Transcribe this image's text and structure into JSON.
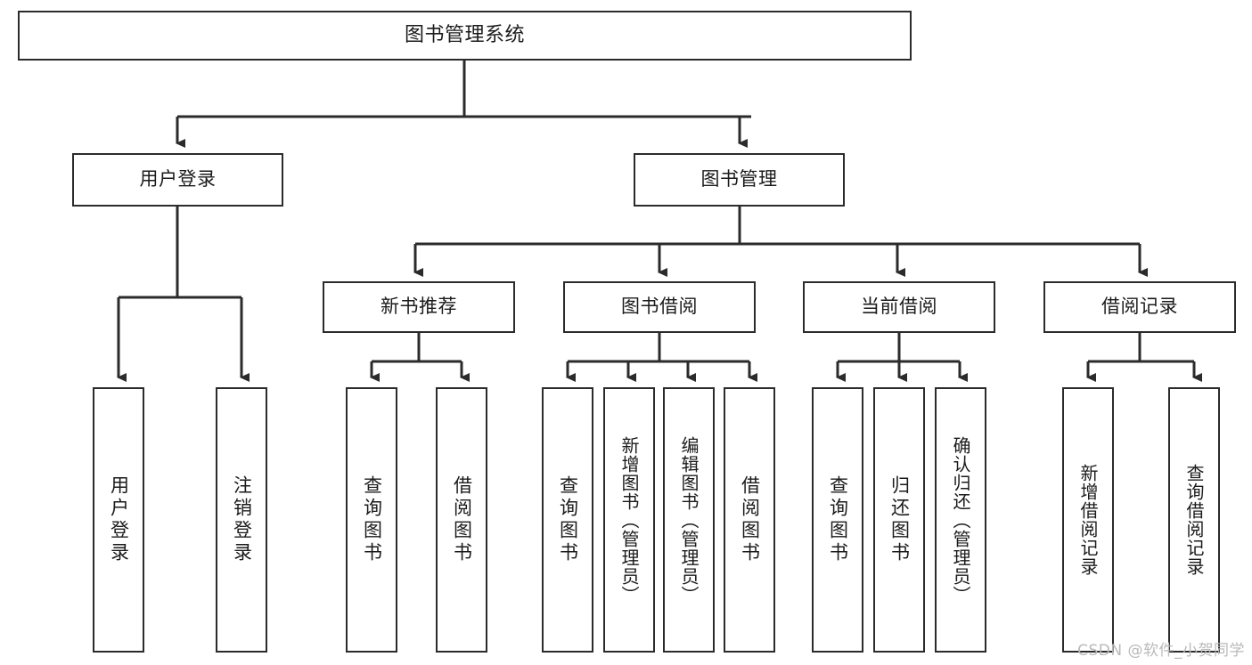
{
  "diagram": {
    "title": "图书管理系统",
    "type": "hierarchy-tree",
    "colors": {
      "box_border": "#2b2b2b",
      "box_fill": "#ffffff",
      "edge": "#2b2b2b",
      "text": "#1b1b1b",
      "watermark": "#b9b9b9",
      "background": "#ffffff"
    },
    "levels": [
      {
        "level": 1,
        "nodes": [
          {
            "id": "root",
            "label": "图书管理系统",
            "orientation": "horizontal"
          }
        ]
      },
      {
        "level": 2,
        "nodes": [
          {
            "id": "login",
            "label": "用户登录",
            "orientation": "horizontal",
            "parent": "root"
          },
          {
            "id": "bookmgmt",
            "label": "图书管理",
            "orientation": "horizontal",
            "parent": "root"
          }
        ]
      },
      {
        "level": 3,
        "nodes": [
          {
            "id": "newbook",
            "label": "新书推荐",
            "orientation": "horizontal",
            "parent": "bookmgmt"
          },
          {
            "id": "borrow",
            "label": "图书借阅",
            "orientation": "horizontal",
            "parent": "bookmgmt"
          },
          {
            "id": "current",
            "label": "当前借阅",
            "orientation": "horizontal",
            "parent": "bookmgmt"
          },
          {
            "id": "records",
            "label": "借阅记录",
            "orientation": "horizontal",
            "parent": "bookmgmt"
          }
        ]
      },
      {
        "level": 4,
        "nodes": [
          {
            "id": "leaf1",
            "label": "用户登录",
            "orientation": "vertical",
            "parent": "login"
          },
          {
            "id": "leaf2",
            "label": "注销登录",
            "orientation": "vertical",
            "parent": "login"
          },
          {
            "id": "leaf3",
            "label": "查询图书",
            "orientation": "vertical",
            "parent": "newbook"
          },
          {
            "id": "leaf4",
            "label": "借阅图书",
            "orientation": "vertical",
            "parent": "newbook"
          },
          {
            "id": "leaf5",
            "label": "查询图书",
            "orientation": "vertical",
            "parent": "borrow"
          },
          {
            "id": "leaf6",
            "label": "新增图书（管理员）",
            "orientation": "vertical",
            "parent": "borrow"
          },
          {
            "id": "leaf7",
            "label": "编辑图书（管理员）",
            "orientation": "vertical",
            "parent": "borrow"
          },
          {
            "id": "leaf8",
            "label": "借阅图书",
            "orientation": "vertical",
            "parent": "borrow"
          },
          {
            "id": "leaf9",
            "label": "查询图书",
            "orientation": "vertical",
            "parent": "current"
          },
          {
            "id": "leaf10",
            "label": "归还图书",
            "orientation": "vertical",
            "parent": "current"
          },
          {
            "id": "leaf11",
            "label": "确认归还（管理员）",
            "orientation": "vertical",
            "parent": "current"
          },
          {
            "id": "leaf12",
            "label": "新增借阅记录",
            "orientation": "vertical",
            "parent": "records"
          },
          {
            "id": "leaf13",
            "label": "查询借阅记录",
            "orientation": "vertical",
            "parent": "records"
          }
        ]
      }
    ]
  },
  "watermark": {
    "text": "CSDN @软件_小贺同学"
  }
}
